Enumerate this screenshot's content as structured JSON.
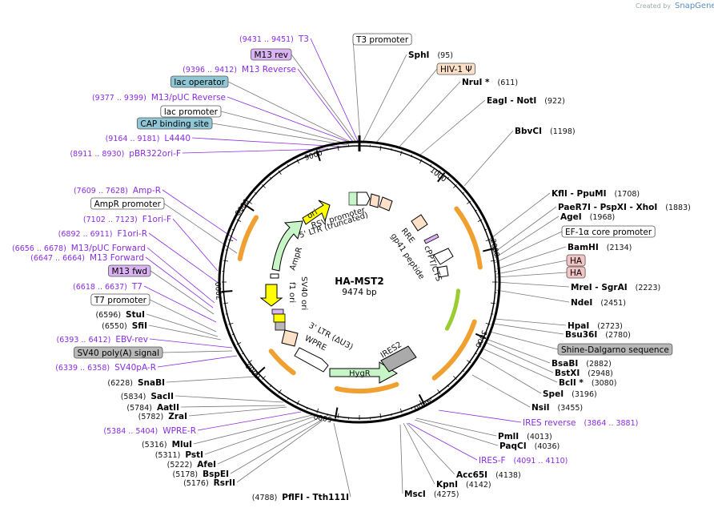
{
  "credit": {
    "prefix": "Created by",
    "brand": "SnapGene"
  },
  "plasmid": {
    "name": "HA-MST2",
    "size": "9474 bp"
  },
  "ticks": [
    "1000",
    "2000",
    "3000",
    "4000",
    "5000",
    "6000",
    "7000",
    "8000",
    "9000"
  ],
  "left_labels": [
    {
      "kind": "primer",
      "pos": "(9431 .. 9451)",
      "name": "T3"
    },
    {
      "kind": "featbox",
      "name": "M13 rev",
      "fill": "#d9b3f2"
    },
    {
      "kind": "primer",
      "pos": "(9396 .. 9412)",
      "name": "M13 Reverse"
    },
    {
      "kind": "featbox",
      "name": "lac operator",
      "fill": "#8fc7d6"
    },
    {
      "kind": "primer",
      "pos": "(9377 .. 9399)",
      "name": "M13/pUC Reverse"
    },
    {
      "kind": "featbox",
      "name": "lac promoter",
      "fill": "#ffffff"
    },
    {
      "kind": "featbox",
      "name": "CAP binding site",
      "fill": "#8fc7d6"
    },
    {
      "kind": "primer",
      "pos": "(9164 .. 9181)",
      "name": "L4440"
    },
    {
      "kind": "primer",
      "pos": "(8911 .. 8930)",
      "name": "pBR322ori-F"
    },
    {
      "kind": "primer",
      "pos": "(7609 .. 7628)",
      "name": "Amp-R"
    },
    {
      "kind": "featbox",
      "name": "AmpR promoter",
      "fill": "#ffffff"
    },
    {
      "kind": "primer",
      "pos": "(7102 .. 7123)",
      "name": "F1ori-F"
    },
    {
      "kind": "primer",
      "pos": "(6892 .. 6911)",
      "name": "F1ori-R"
    },
    {
      "kind": "primer",
      "pos": "(6656 .. 6678)",
      "name": "M13/pUC Forward"
    },
    {
      "kind": "primer",
      "pos": "(6647 .. 6664)",
      "name": "M13 Forward"
    },
    {
      "kind": "featbox",
      "name": "M13 fwd",
      "fill": "#d9b3f2"
    },
    {
      "kind": "primer",
      "pos": "(6618 .. 6637)",
      "name": "T7"
    },
    {
      "kind": "featbox",
      "name": "T7 promoter",
      "fill": "#ffffff"
    },
    {
      "kind": "enzyme",
      "pos": "(6596)",
      "name": "StuI"
    },
    {
      "kind": "enzyme",
      "pos": "(6550)",
      "name": "SfiI"
    },
    {
      "kind": "primer",
      "pos": "(6393 .. 6412)",
      "name": "EBV-rev"
    },
    {
      "kind": "featbox",
      "name": "SV40 poly(A) signal",
      "fill": "#b8b8b8"
    },
    {
      "kind": "primer",
      "pos": "(6339 .. 6358)",
      "name": "SV40pA-R"
    },
    {
      "kind": "enzyme",
      "pos": "(6228)",
      "name": "SnaBI"
    },
    {
      "kind": "enzyme",
      "pos": "(5834)",
      "name": "SacII"
    },
    {
      "kind": "enzyme",
      "pos": "(5784)",
      "name": "AatII"
    },
    {
      "kind": "enzyme",
      "pos": "(5782)",
      "name": "ZraI"
    },
    {
      "kind": "primer",
      "pos": "(5384 .. 5404)",
      "name": "WPRE-R"
    },
    {
      "kind": "enzyme",
      "pos": "(5316)",
      "name": "MluI"
    },
    {
      "kind": "enzyme",
      "pos": "(5311)",
      "name": "PstI"
    },
    {
      "kind": "enzyme",
      "pos": "(5222)",
      "name": "AfeI"
    },
    {
      "kind": "enzyme",
      "pos": "(5178)",
      "name": "BspEI"
    },
    {
      "kind": "enzyme",
      "pos": "(5176)",
      "name": "RsrII"
    },
    {
      "kind": "enzyme",
      "pos": "(4788)",
      "name": "PflFI  - Tth111I"
    }
  ],
  "right_labels": [
    {
      "kind": "featbox",
      "name": "T3 promoter",
      "fill": "#ffffff"
    },
    {
      "kind": "enzyme",
      "name": "SphI",
      "pos": "(95)"
    },
    {
      "kind": "featbox",
      "name": "HIV-1 Ψ",
      "fill": "#fde0c8"
    },
    {
      "kind": "enzyme",
      "name": "NruI *",
      "pos": "(611)"
    },
    {
      "kind": "enzyme",
      "name": "EagI  - NotI",
      "pos": "(922)"
    },
    {
      "kind": "enzyme",
      "name": "BbvCI",
      "pos": "(1198)"
    },
    {
      "kind": "enzyme",
      "name": "KflI  - PpuMI",
      "pos": "(1708)"
    },
    {
      "kind": "enzyme",
      "name": "PaeR7I  - PspXI  - XhoI",
      "pos": "(1883)"
    },
    {
      "kind": "enzyme",
      "name": "AgeI",
      "pos": "(1968)"
    },
    {
      "kind": "featbox",
      "name": "EF-1α core promoter",
      "fill": "#ffffff"
    },
    {
      "kind": "enzyme",
      "name": "BamHI",
      "pos": "(2134)"
    },
    {
      "kind": "featbox",
      "name": "HA",
      "fill": "#f2c4c4"
    },
    {
      "kind": "featbox",
      "name": "HA",
      "fill": "#f2c4c4"
    },
    {
      "kind": "enzyme",
      "name": "MreI  - SgrAI",
      "pos": "(2223)"
    },
    {
      "kind": "enzyme",
      "name": "NdeI",
      "pos": "(2451)"
    },
    {
      "kind": "enzyme",
      "name": "HpaI",
      "pos": "(2723)"
    },
    {
      "kind": "enzyme",
      "name": "Bsu36I",
      "pos": "(2780)"
    },
    {
      "kind": "featbox",
      "name": "Shine-Dalgarno sequence",
      "fill": "#b8b8b8"
    },
    {
      "kind": "enzyme",
      "name": "BsaBI",
      "pos": "(2882)"
    },
    {
      "kind": "enzyme",
      "name": "BstXI",
      "pos": "(2948)"
    },
    {
      "kind": "enzyme",
      "name": "BclI *",
      "pos": "(3080)"
    },
    {
      "kind": "enzyme",
      "name": "SpeI",
      "pos": "(3196)"
    },
    {
      "kind": "enzyme",
      "name": "NsiI",
      "pos": "(3455)"
    },
    {
      "kind": "primer",
      "name": "IRES reverse",
      "pos": "(3864 .. 3881)"
    },
    {
      "kind": "enzyme",
      "name": "PmlI",
      "pos": "(4013)"
    },
    {
      "kind": "enzyme",
      "name": "PaqCI",
      "pos": "(4036)"
    },
    {
      "kind": "primer",
      "name": "IRES-F",
      "pos": "(4091 .. 4110)"
    },
    {
      "kind": "enzyme",
      "name": "Acc65I",
      "pos": "(4138)"
    },
    {
      "kind": "enzyme",
      "name": "KpnI",
      "pos": "(4142)"
    },
    {
      "kind": "enzyme",
      "name": "MscI",
      "pos": "(4275)"
    }
  ],
  "inner_features": {
    "ori": "ori",
    "ampr": "AmpR",
    "hygr": "HygR",
    "ires2": "IRES2",
    "rsv": "RSV promoter",
    "ltr5": "5' LTR (truncated)",
    "rre": "RRE",
    "gp41": "gp41 peptide",
    "cppt": "cPPT/CTS",
    "sv40ori": "SV40 ori",
    "f1ori": "f1 ori",
    "ltr3": "3' LTR (ΔU3)",
    "wpre": "WPRE"
  },
  "colors": {
    "primer": "#8a2be2",
    "orange_arc": "#f0a030",
    "ori_yellow": "#ffff00",
    "ampr_green": "#c8f5c8",
    "enzyme_line": "#777777"
  }
}
